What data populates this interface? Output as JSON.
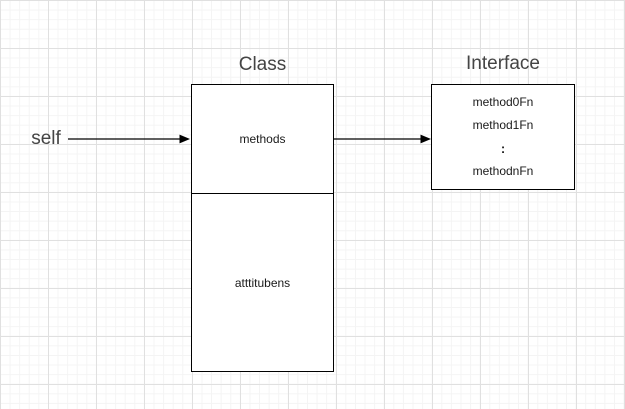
{
  "diagram": {
    "self_label": "self",
    "class_box": {
      "title": "Class",
      "sections": [
        "methods",
        "atttitubens"
      ]
    },
    "interface_box": {
      "title": "Interface",
      "items": [
        "method0Fn",
        "method1Fn",
        ":",
        "methodnFn"
      ]
    },
    "colors": {
      "background": "#ffffff",
      "grid_minor": "#f4f4f4",
      "grid_major": "#e0e0e0",
      "shape_fill": "#ffffff",
      "shape_border": "#000000",
      "title_text": "#444444",
      "shape_text": "#1a1a1a",
      "arrow": "#000000"
    }
  }
}
